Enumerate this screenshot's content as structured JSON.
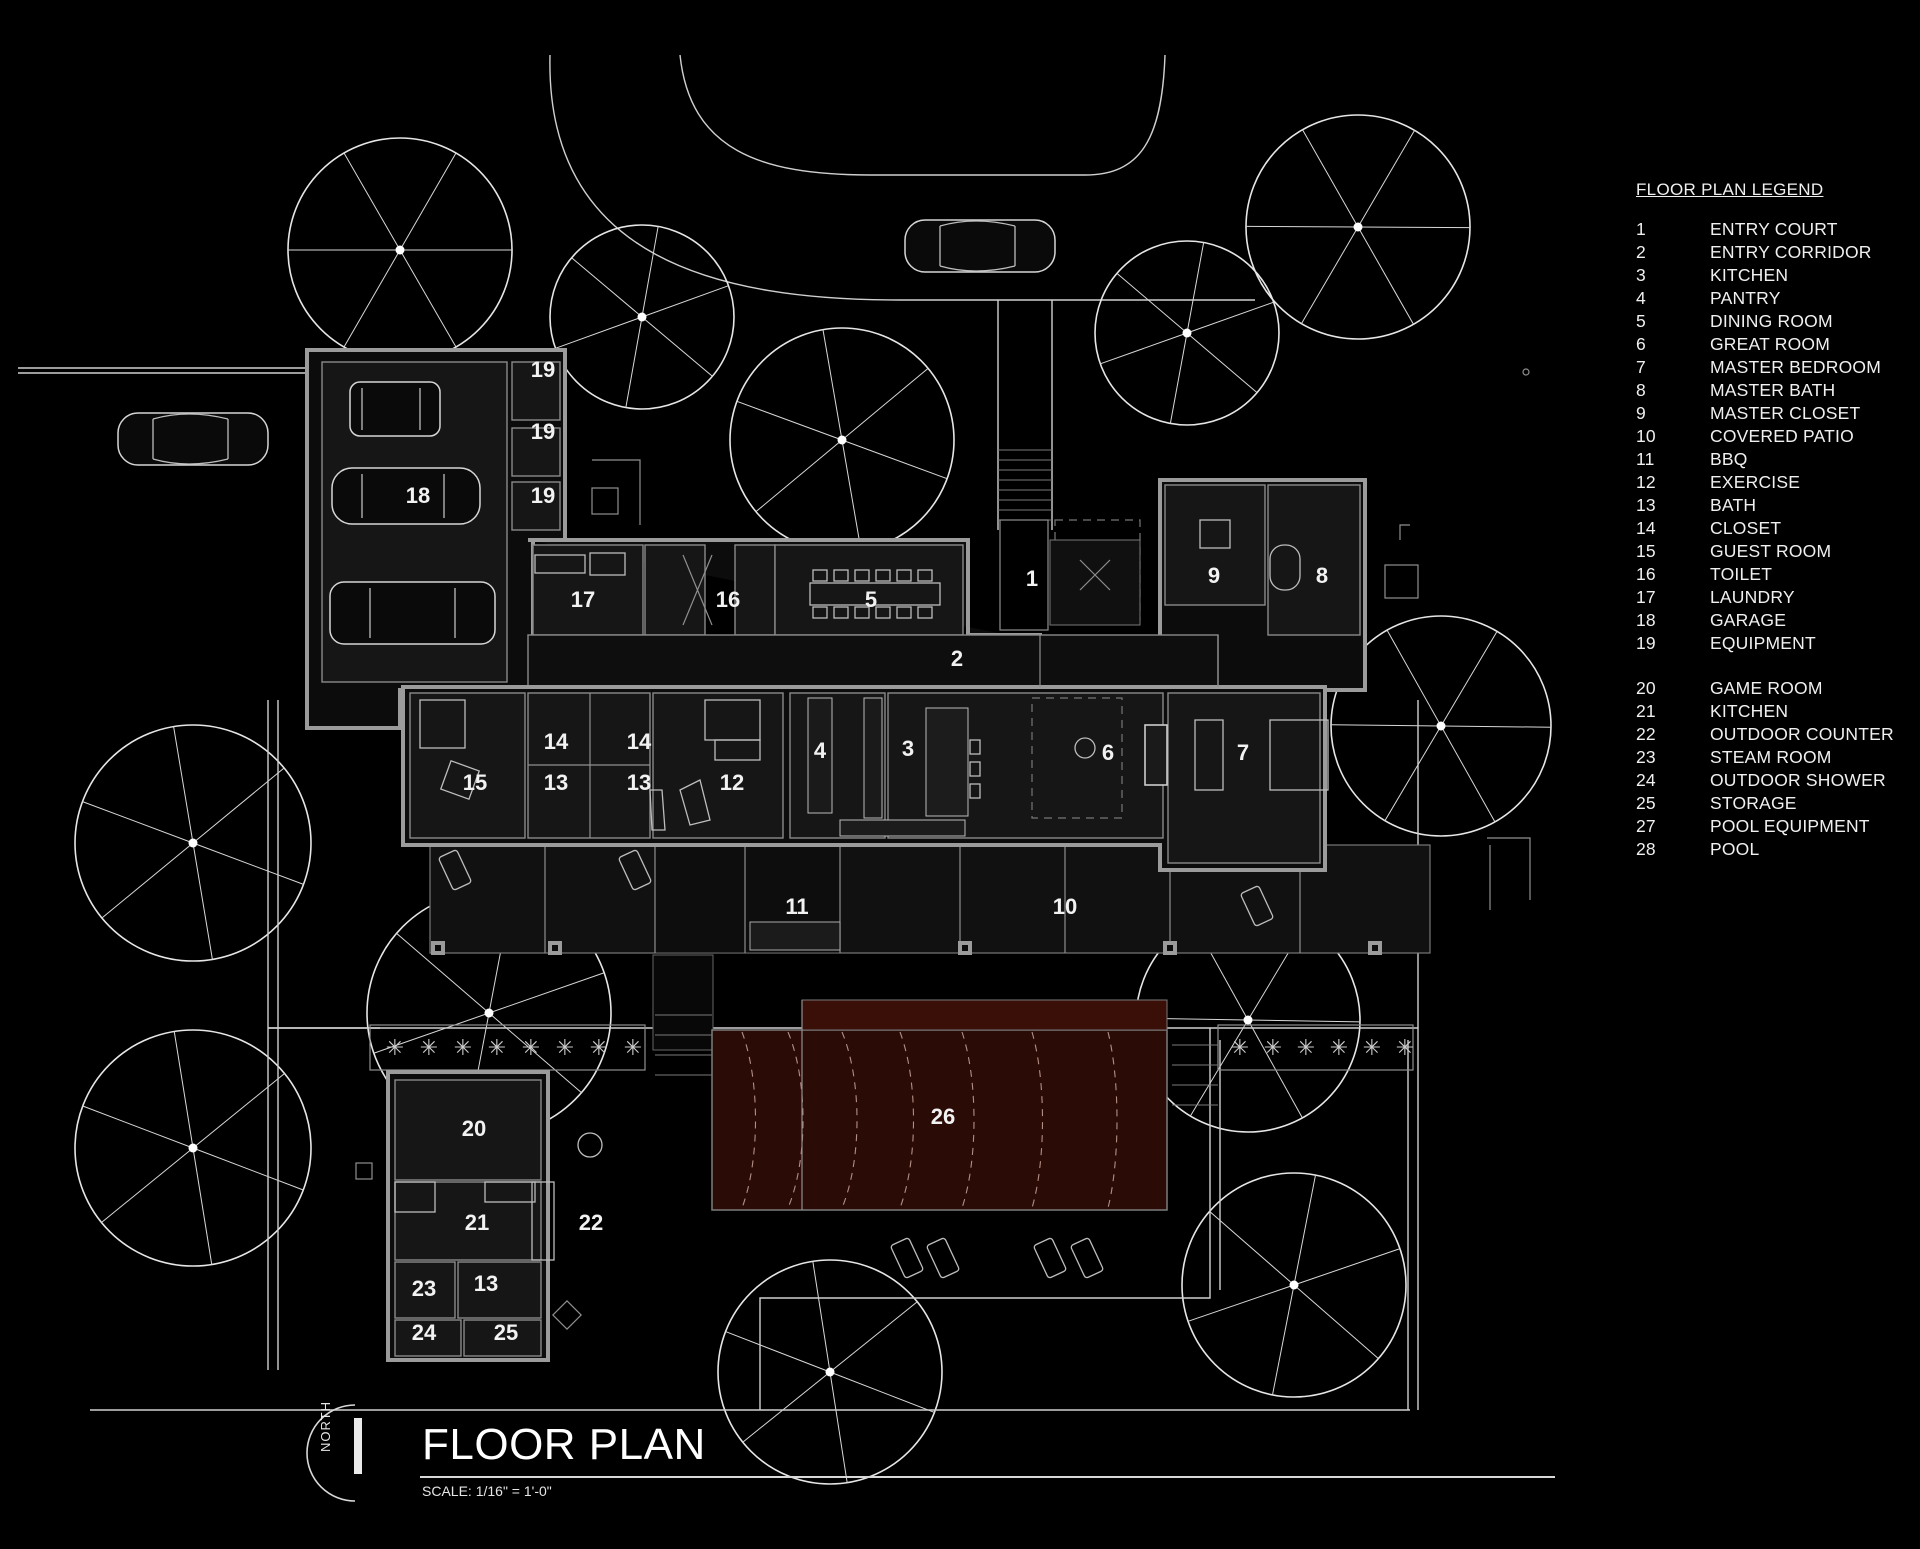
{
  "drawing": {
    "title": "FLOOR PLAN",
    "scale": "SCALE: 1/16\" = 1'-0\"",
    "north_label": "NORTH"
  },
  "legend": {
    "title": "FLOOR PLAN LEGEND",
    "items": [
      {
        "num": "1",
        "name": "ENTRY COURT"
      },
      {
        "num": "2",
        "name": "ENTRY CORRIDOR"
      },
      {
        "num": "3",
        "name": "KITCHEN"
      },
      {
        "num": "4",
        "name": "PANTRY"
      },
      {
        "num": "5",
        "name": "DINING ROOM"
      },
      {
        "num": "6",
        "name": "GREAT ROOM"
      },
      {
        "num": "7",
        "name": "MASTER BEDROOM"
      },
      {
        "num": "8",
        "name": "MASTER BATH"
      },
      {
        "num": "9",
        "name": "MASTER CLOSET"
      },
      {
        "num": "10",
        "name": "COVERED PATIO"
      },
      {
        "num": "11",
        "name": "BBQ"
      },
      {
        "num": "12",
        "name": "EXERCISE"
      },
      {
        "num": "13",
        "name": "BATH"
      },
      {
        "num": "14",
        "name": "CLOSET"
      },
      {
        "num": "15",
        "name": "GUEST ROOM"
      },
      {
        "num": "16",
        "name": "TOILET"
      },
      {
        "num": "17",
        "name": "LAUNDRY"
      },
      {
        "num": "18",
        "name": "GARAGE"
      },
      {
        "num": "19",
        "name": "EQUIPMENT"
      }
    ],
    "items_2": [
      {
        "num": "20",
        "name": "GAME ROOM"
      },
      {
        "num": "21",
        "name": "KITCHEN"
      },
      {
        "num": "22",
        "name": "OUTDOOR COUNTER"
      },
      {
        "num": "23",
        "name": "STEAM ROOM"
      },
      {
        "num": "24",
        "name": "OUTDOOR SHOWER"
      },
      {
        "num": "25",
        "name": "STORAGE"
      },
      {
        "num": "27",
        "name": "POOL EQUIPMENT"
      },
      {
        "num": "28",
        "name": "POOL"
      }
    ]
  },
  "room_labels": {
    "r1": "1",
    "r2": "2",
    "r3": "3",
    "r4": "4",
    "r5": "5",
    "r6": "6",
    "r7": "7",
    "r8": "8",
    "r9": "9",
    "r10": "10",
    "r11": "11",
    "r12": "12",
    "r13a": "13",
    "r13b": "13",
    "r13c": "13",
    "r14a": "14",
    "r14b": "14",
    "r15": "15",
    "r16": "16",
    "r17": "17",
    "r18": "18",
    "r19a": "19",
    "r19b": "19",
    "r19c": "19",
    "r20": "20",
    "r21": "21",
    "r22": "22",
    "r23": "23",
    "r24": "24",
    "r25": "25",
    "r26": "26"
  }
}
